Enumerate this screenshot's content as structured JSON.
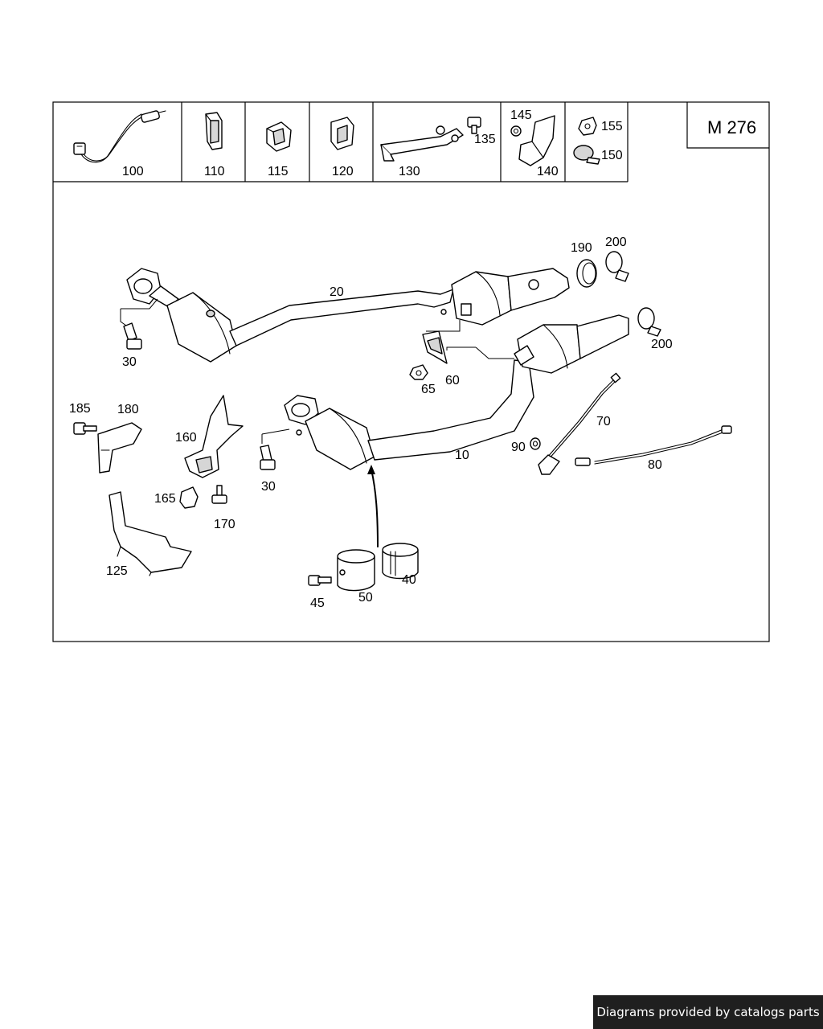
{
  "model_label": "M 276",
  "credit": "Diagrams provided by catalogs parts",
  "legend_parts": [
    "100",
    "110",
    "115",
    "120",
    "130",
    "135",
    "145",
    "140",
    "155",
    "150"
  ],
  "callouts": {
    "c20": "20",
    "c190": "190",
    "c200a": "200",
    "c200b": "200",
    "c30a": "30",
    "c60": "60",
    "c65": "65",
    "c185": "185",
    "c180": "180",
    "c160": "160",
    "c10": "10",
    "c70": "70",
    "c90": "90",
    "c80": "80",
    "c30b": "30",
    "c165": "165",
    "c170": "170",
    "c125": "125",
    "c45": "45",
    "c50": "50",
    "c40": "40"
  }
}
